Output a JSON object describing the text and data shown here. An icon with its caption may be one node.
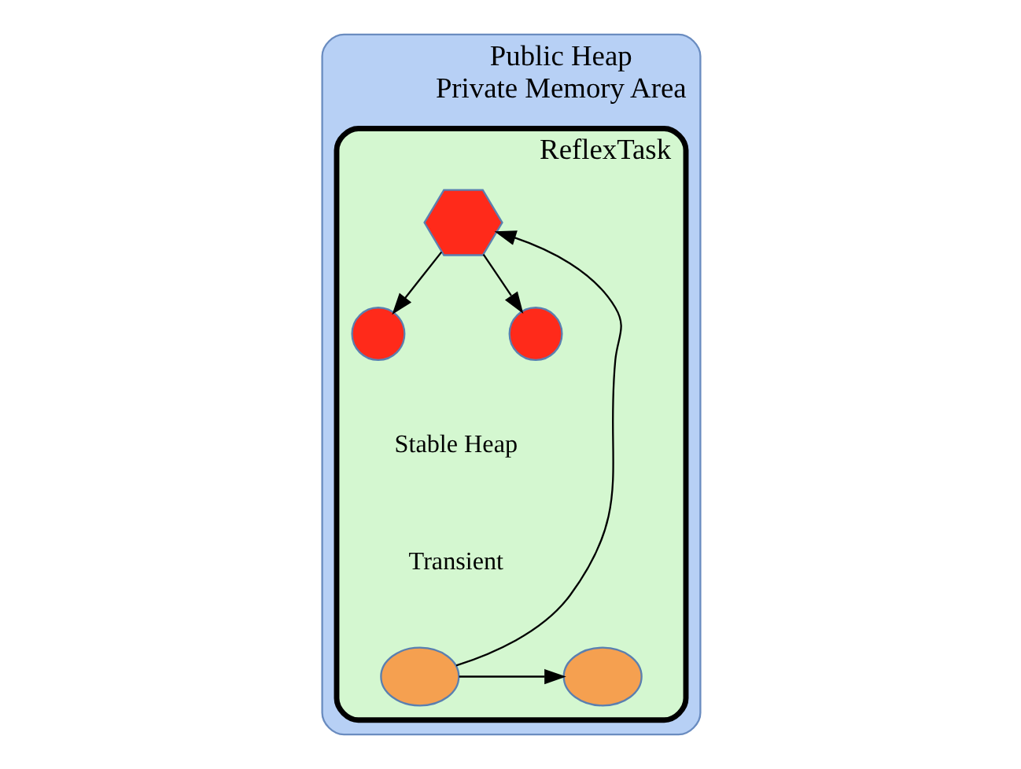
{
  "diagram": {
    "nodes": [
      {
        "text": [
          "Public Heap",
          "Private Memory Area"
        ]
      },
      {
        "text": [
          "ReflexTask"
        ],
        "in": 0
      },
      {
        "text": [],
        "shape": "hexagon",
        "in": 1
      },
      {
        "text": [],
        "shape": "circle",
        "in": 1
      },
      {
        "text": [],
        "shape": "circle",
        "in": 1
      },
      {
        "text": [],
        "shape": "ellipse",
        "in": 1
      },
      {
        "text": [],
        "shape": "ellipse",
        "in": 1
      }
    ],
    "edges": [
      {
        "from": 2,
        "to": 3,
        "arrow": "to"
      },
      {
        "from": 2,
        "to": 4,
        "arrow": "to"
      },
      {
        "from": 5,
        "to": 2,
        "arrow": "to"
      },
      {
        "from": 5,
        "to": 6,
        "arrow": "to"
      }
    ],
    "labels": [
      "Stable Heap",
      "Transient"
    ]
  }
}
